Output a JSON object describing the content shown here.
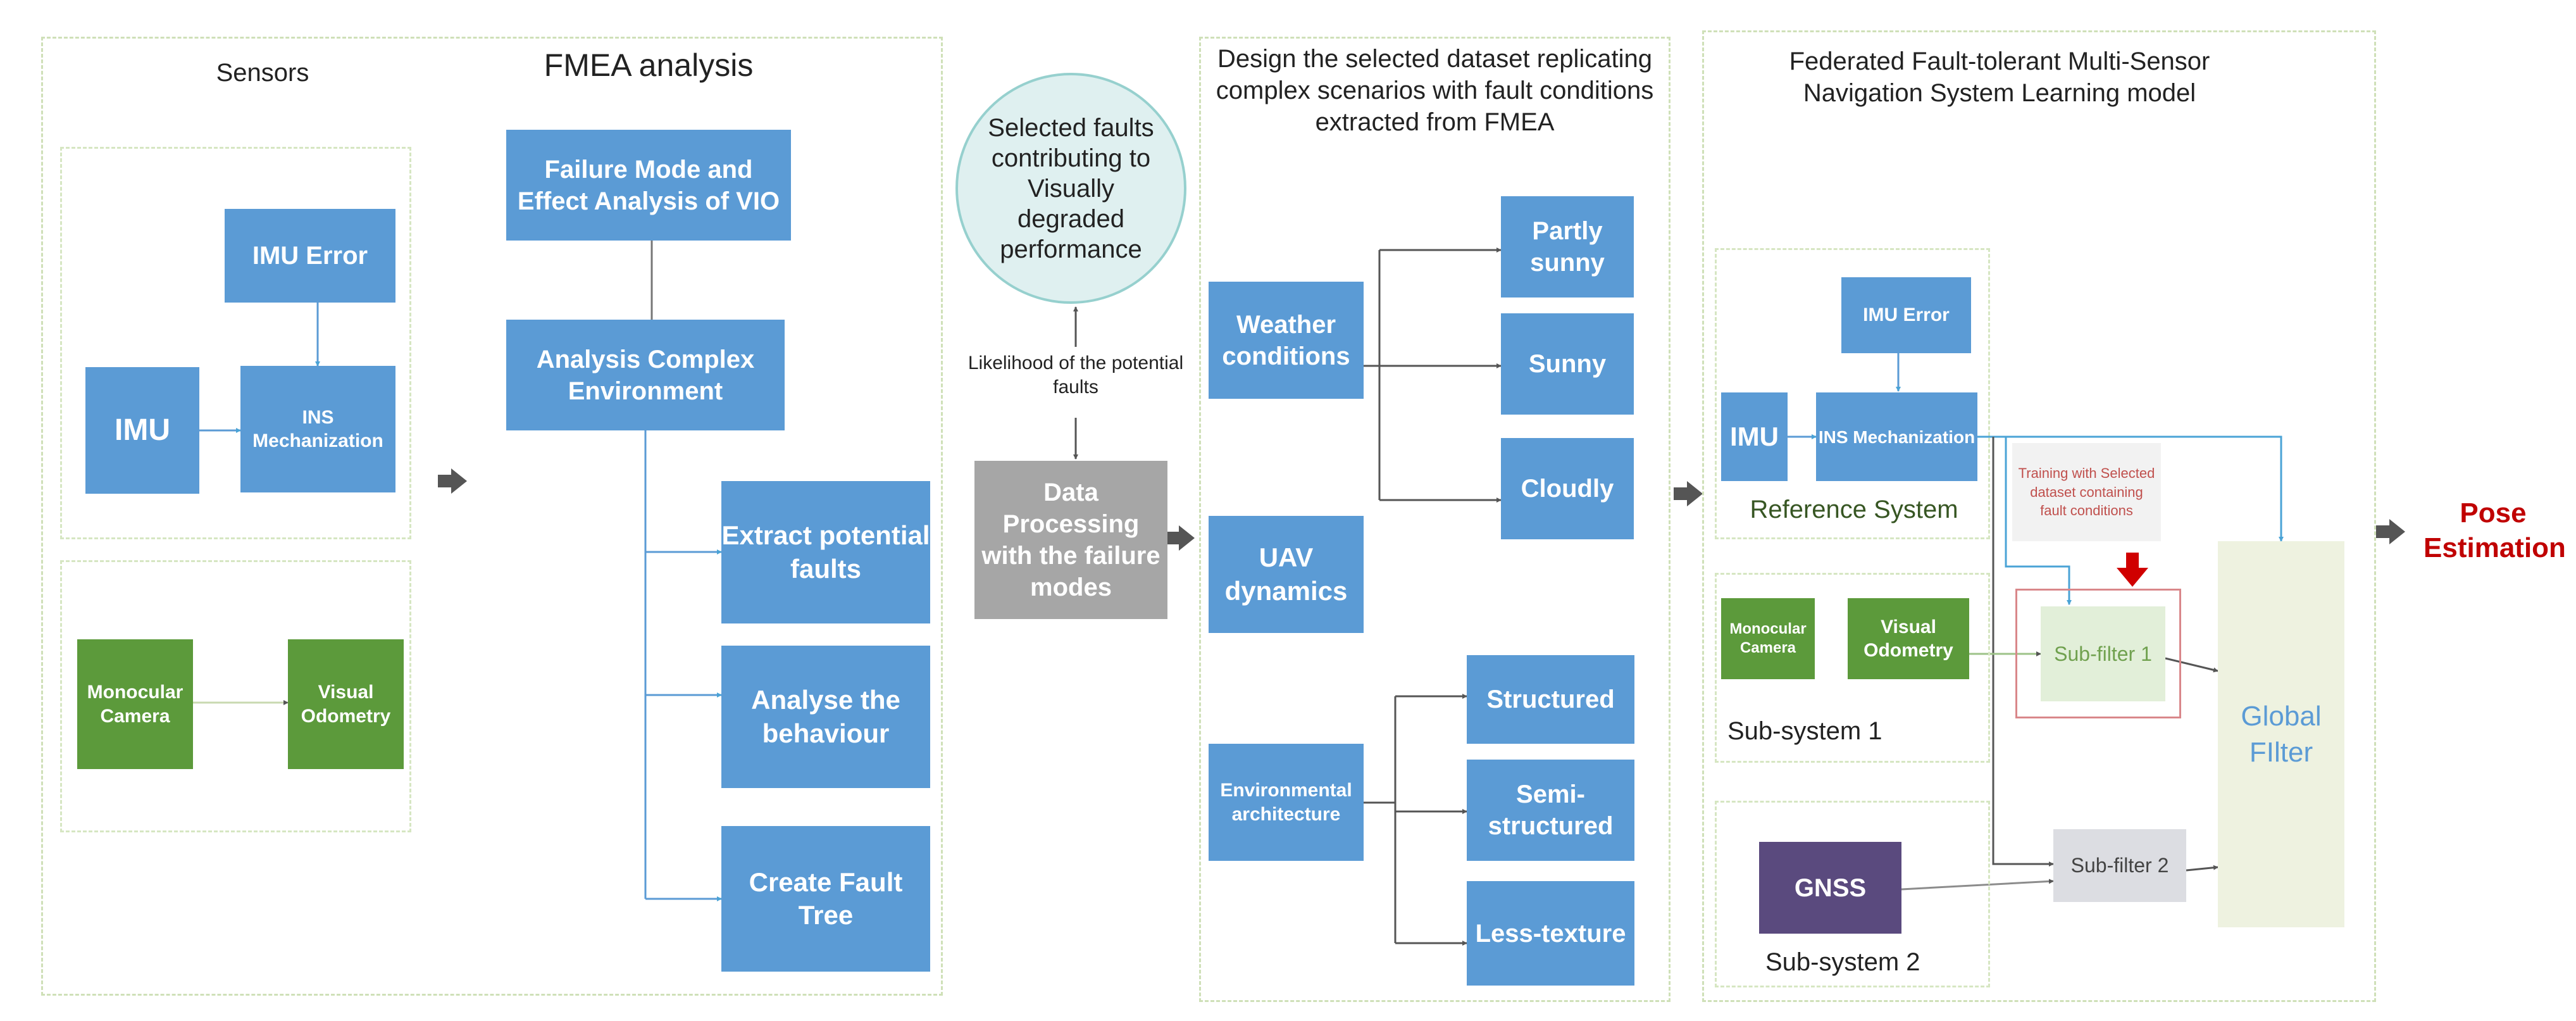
{
  "colors": {
    "blue": "#5b9bd5",
    "green": "#5c9a3b",
    "gray": "#a6a6a6",
    "gnss": "#5a4a7e",
    "red": "#c00000",
    "panel_border": "#cfe0b8",
    "global_filter_text": "#5b9bd5"
  },
  "sensors": {
    "title": "Sensors",
    "imu_error": "IMU Error",
    "imu": "IMU",
    "ins_mechanization": "INS Mechanization",
    "monocular_camera": "Monocular Camera",
    "visual_odometry": "Visual Odometry"
  },
  "fmea": {
    "title": "FMEA analysis",
    "failure_mode": "Failure Mode and Effect Analysis of VIO",
    "analysis_env": "Analysis Complex Environment",
    "extract_faults": "Extract potential faults",
    "analyse_behaviour": "Analyse the behaviour",
    "fault_tree": "Create Fault Tree"
  },
  "faults": {
    "selected": "Selected faults contributing to Visually degraded performance",
    "likelihood": "Likelihood of the potential faults",
    "data_processing": "Data Processing with the failure modes"
  },
  "dataset": {
    "title": "Design the selected dataset replicating complex scenarios with fault conditions extracted from FMEA",
    "weather": "Weather conditions",
    "partly_sunny": "Partly sunny",
    "sunny": "Sunny",
    "cloudly": "Cloudly",
    "uav": "UAV dynamics",
    "environmental": "Environmental architecture",
    "structured": "Structured",
    "semi_structured": "Semi-structured",
    "less_texture": "Less-texture"
  },
  "federated": {
    "title": "Federated Fault-tolerant Multi-Sensor Navigation System Learning model",
    "imu_error": "IMU Error",
    "imu": "IMU",
    "ins_mechanization": "INS Mechanization",
    "reference_system": "Reference System",
    "training_note": "Training with Selected dataset containing fault conditions",
    "monocular_camera": "Monocular Camera",
    "visual_odometry": "Visual Odometry",
    "sub_filter_1": "Sub-filter 1",
    "sub_system_1": "Sub-system 1",
    "gnss": "GNSS",
    "sub_filter_2": "Sub-filter 2",
    "sub_system_2": "Sub-system 2",
    "global_filter": "Global FIlter"
  },
  "output": {
    "pose_estimation": "Pose Estimation"
  }
}
